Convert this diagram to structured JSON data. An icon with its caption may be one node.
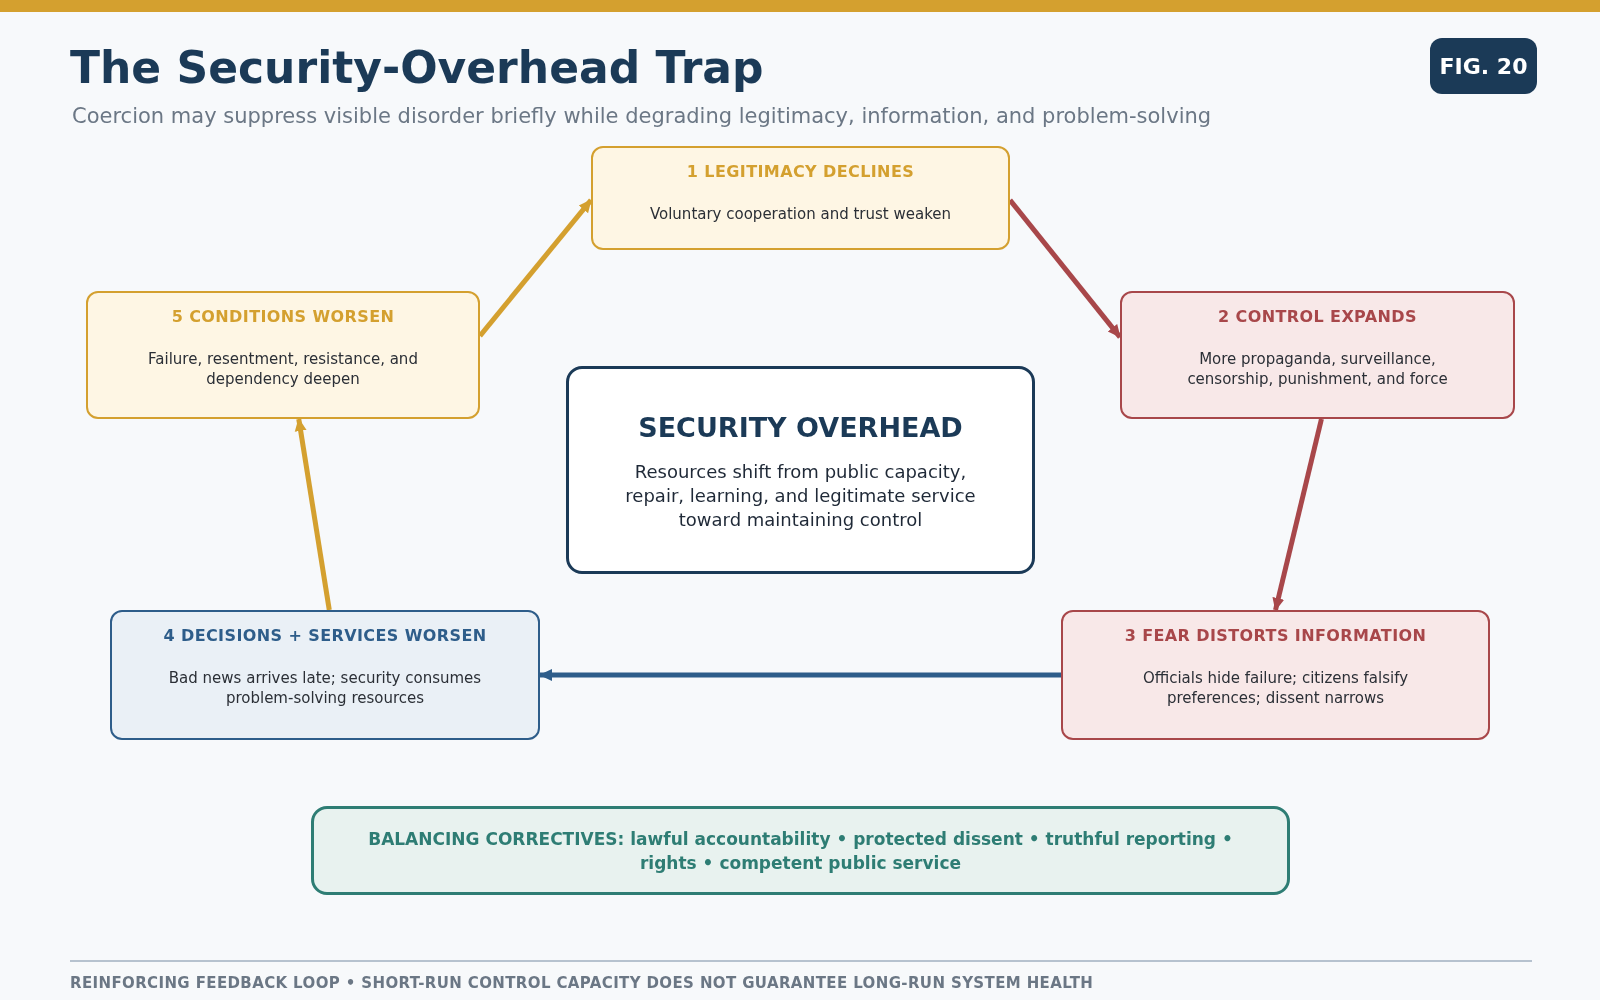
{
  "diagram": {
    "title": "The Security-Overhead Trap",
    "nodes": [
      {
        "text": [
          "1 LEGITIMACY DECLINES",
          "Voluntary cooperation and trust weaken"
        ]
      },
      {
        "text": [
          "5 CONDITIONS WORSEN",
          "Failure, resentment, resistance, and dependency deepen"
        ]
      },
      {
        "text": [
          "2 CONTROL EXPANDS",
          "More propaganda, surveillance, censorship, punishment, and force"
        ]
      },
      {
        "text": [
          "SECURITY OVERHEAD",
          "Resources shift from public capacity, repair, learning, and legitimate service toward maintaining control"
        ]
      },
      {
        "text": [
          "4 DECISIONS + SERVICES WORSEN",
          "Bad news arrives late; security consumes problem-solving resources"
        ]
      },
      {
        "text": [
          "3 FEAR DISTORTS INFORMATION",
          "Officials hide failure; citizens falsify preferences; dissent narrows"
        ]
      },
      {
        "text": [
          "BALANCING CORRECTIVES: lawful accountability • protected dissent • truthful reporting • rights • competent public service"
        ]
      }
    ],
    "edges": [
      {
        "from": 1,
        "to": 0,
        "arrow": "to",
        "color": "#d4a02f"
      },
      {
        "from": 0,
        "to": 2,
        "arrow": "to",
        "color": "#a8474a"
      },
      {
        "from": 2,
        "to": 5,
        "arrow": "to",
        "color": "#a8474a"
      },
      {
        "from": 5,
        "to": 4,
        "arrow": "to",
        "color": "#2e5d8a"
      },
      {
        "from": 4,
        "to": 1,
        "arrow": "to",
        "color": "#d4a02f"
      }
    ],
    "labels": [
      "FIG. 20",
      "Coercion may suppress visible disorder briefly while degrading legitimacy, information, and problem-solving",
      "REINFORCING FEEDBACK LOOP • SHORT-RUN CONTROL CAPACITY DOES NOT GUARANTEE LONG-RUN SYSTEM HEALTH"
    ]
  }
}
